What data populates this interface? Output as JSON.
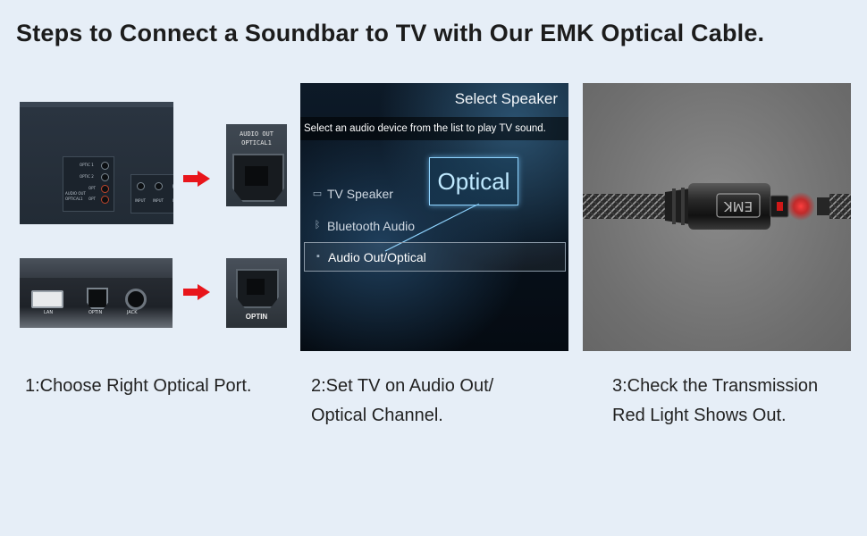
{
  "title": "Steps to Connect a Soundbar to TV with Our EMK Optical Cable.",
  "step1": {
    "tv_port_labels": [
      "OPTIC 1",
      "OPTIC 2",
      "AUDIO OUT",
      "OPTICAL1",
      "OPT",
      "OPT"
    ],
    "tv_panel2_labels": [
      "INPUT",
      "INPUT",
      "IN"
    ],
    "closeup_label_line1": "AUDIO OUT",
    "closeup_label_line2": "OPTICAL1",
    "soundbar_labels": {
      "usb": "LAN",
      "optical": "OPTIN",
      "jack": "JACK"
    },
    "closeup2_label": "OPTIN",
    "caption": "1:Choose Right Optical Port."
  },
  "step2": {
    "menu_title": "Select Speaker",
    "menu_subtitle": "Select an audio device from the list to play TV sound.",
    "highlight": "Optical",
    "items": [
      {
        "icon": "monitor-icon",
        "label": "TV Speaker"
      },
      {
        "icon": "bluetooth-icon",
        "label": "Bluetooth Audio"
      },
      {
        "icon": "audio-out-icon",
        "label": "Audio Out/Optical"
      }
    ],
    "caption_line1": "2:Set TV on Audio Out/",
    "caption_line2": "Optical Channel."
  },
  "step3": {
    "brand_on_plug": "EMK",
    "caption_line1": "3:Check the Transmission",
    "caption_line2": "Red Light Shows Out."
  },
  "colors": {
    "background": "#e6eef7",
    "arrow": "#e8151b",
    "highlight_glow": "#8fd4ff"
  }
}
